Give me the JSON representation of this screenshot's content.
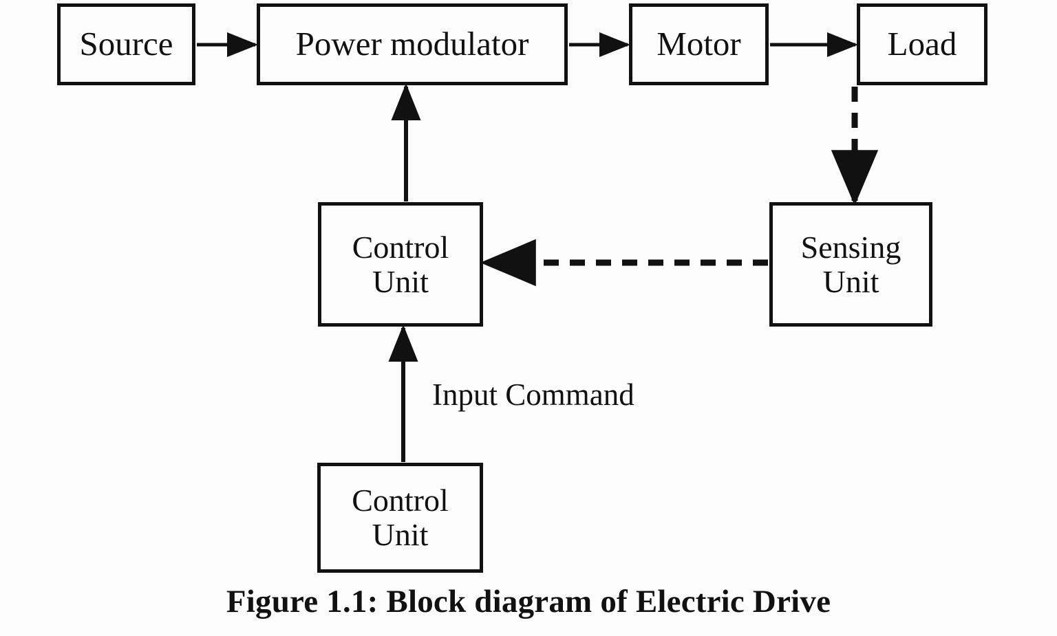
{
  "figure": {
    "caption": "Figure 1.1: Block diagram of Electric Drive",
    "background_color": "#fdfdfd",
    "stroke_color": "#111111"
  },
  "blocks": [
    {
      "id": "source",
      "label": "Source",
      "lines": [
        "Source"
      ]
    },
    {
      "id": "power",
      "label": "Power modulator",
      "lines": [
        "Power modulator"
      ]
    },
    {
      "id": "motor",
      "label": "Motor",
      "lines": [
        "Motor"
      ]
    },
    {
      "id": "load",
      "label": "Load",
      "lines": [
        "Load"
      ]
    },
    {
      "id": "control_mid",
      "label": "Control Unit",
      "lines": [
        "Control",
        "Unit"
      ]
    },
    {
      "id": "sensing",
      "label": "Sensing Unit",
      "lines": [
        "Sensing",
        "Unit"
      ]
    },
    {
      "id": "control_bot",
      "label": "Control Unit",
      "lines": [
        "Control",
        "Unit"
      ]
    }
  ],
  "edges": [
    {
      "id": "source-to-power",
      "from": "source",
      "to": "power",
      "style": "solid",
      "direction": "right",
      "label": ""
    },
    {
      "id": "power-to-motor",
      "from": "power",
      "to": "motor",
      "style": "solid",
      "direction": "right",
      "label": ""
    },
    {
      "id": "motor-to-load",
      "from": "motor",
      "to": "load",
      "style": "solid",
      "direction": "right",
      "label": ""
    },
    {
      "id": "load-to-sensing",
      "from": "load",
      "to": "sensing",
      "style": "dashed",
      "direction": "down",
      "label": ""
    },
    {
      "id": "sensing-to-control",
      "from": "sensing",
      "to": "control_mid",
      "style": "dashed",
      "direction": "left",
      "label": ""
    },
    {
      "id": "control-to-power",
      "from": "control_mid",
      "to": "power",
      "style": "solid",
      "direction": "up",
      "label": ""
    },
    {
      "id": "control-bottom-to-control",
      "from": "control_bot",
      "to": "control_mid",
      "style": "solid",
      "direction": "up",
      "label": "Input Command"
    }
  ],
  "annotations": {
    "input_command": "Input Command"
  }
}
